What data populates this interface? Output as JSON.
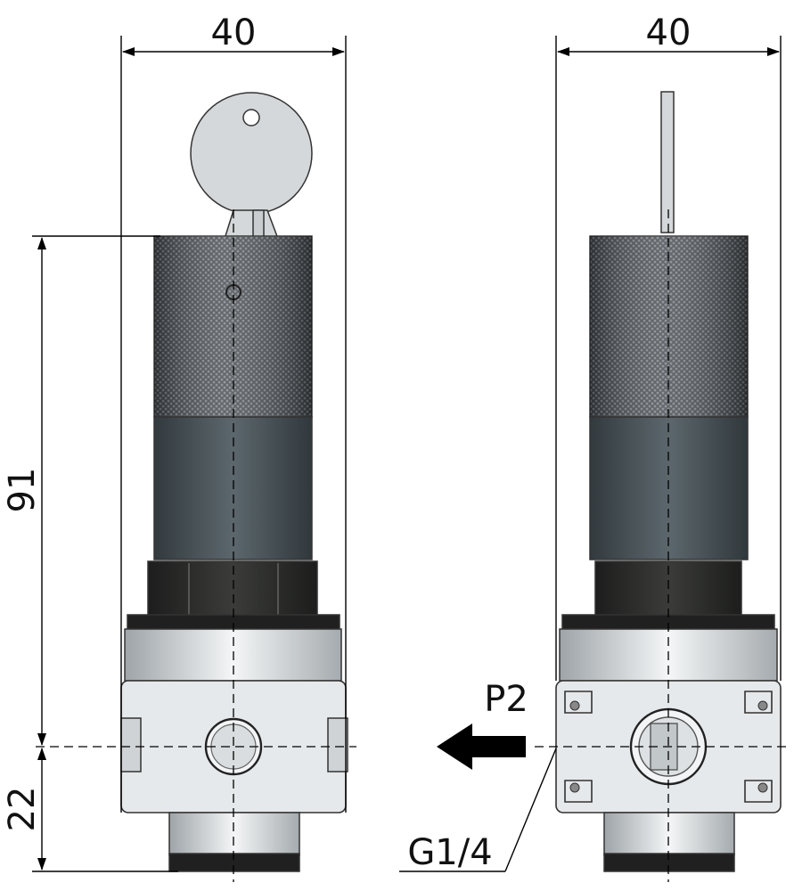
{
  "dimensions": {
    "left_width": "40",
    "right_width": "40",
    "height_upper": "91",
    "height_lower": "22"
  },
  "labels": {
    "port_outlet": "P2",
    "thread": "G1/4"
  },
  "colors": {
    "knurl_dark": "#4a4f53",
    "knurl_light": "#8d9297",
    "sleeve": "#465055",
    "nut": "#2a2b2a",
    "silver": "#d8dcde",
    "body": "#e6e9eb",
    "key": "#d5d8da"
  }
}
